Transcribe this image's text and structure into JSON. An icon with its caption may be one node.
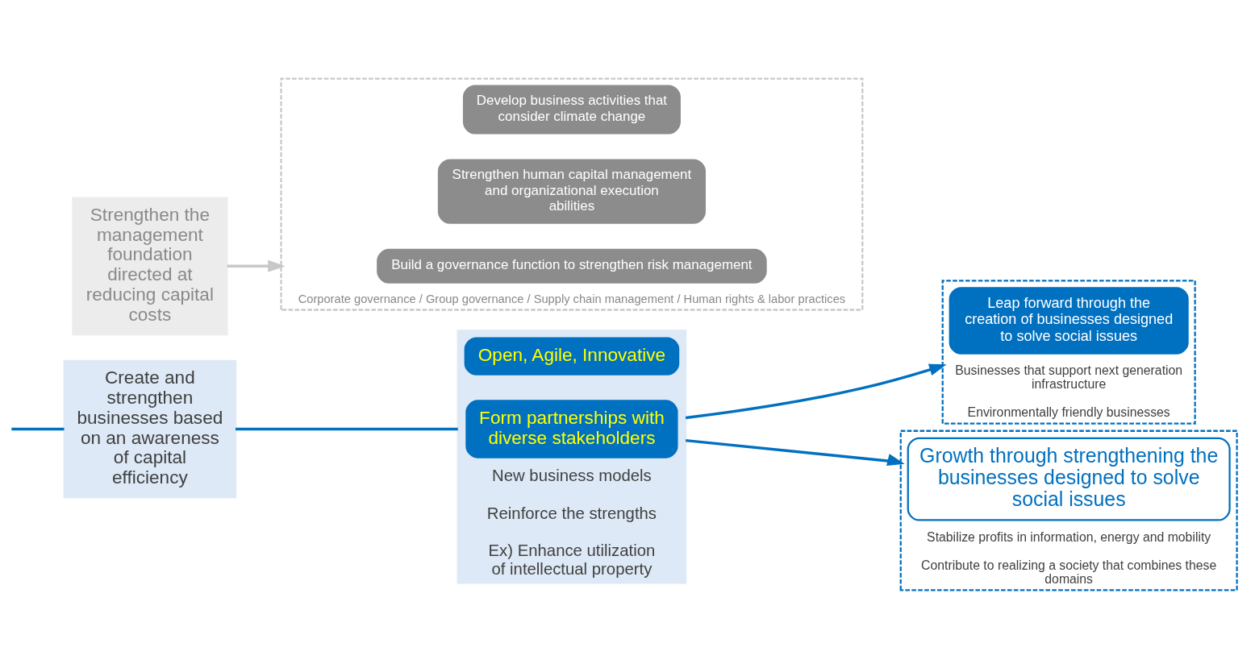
{
  "diagram": {
    "nodes": [
      {
        "text": [
          "Create and strengthen businesses based on an awareness of capital efficiency"
        ]
      },
      {
        "text": [
          "New business models",
          "Reinforce the strengths",
          "Ex) Enhance utilization of intellectual property"
        ]
      },
      {
        "text": [
          "Open, Agile, Innovative"
        ],
        "in": 1
      },
      {
        "text": [
          "Form partnerships with diverse stakeholders"
        ],
        "in": 1
      },
      {
        "text": [
          "Businesses that support next generation infrastructure",
          "Environmentally friendly businesses"
        ]
      },
      {
        "text": [
          "Leap forward through the creation of businesses designed to solve social issues"
        ],
        "in": 4
      },
      {
        "text": [
          "Stabilize profits in information, energy and mobility",
          "Contribute to realizing a society that combines these domains"
        ]
      },
      {
        "text": [
          "Growth through strengthening the businesses designed to solve social issues"
        ],
        "in": 6
      },
      {
        "text": [
          "Strengthen the management foundation directed at reducing capital costs"
        ]
      },
      {
        "text": [
          "Corporate governance / Group governance / Supply chain management / Human rights & labor practices"
        ]
      },
      {
        "text": [
          "Develop business activities that consider climate change"
        ],
        "in": 9
      },
      {
        "text": [
          "Strengthen human capital management and organizational execution abilities"
        ],
        "in": 9
      },
      {
        "text": [
          "Build a governance function to strengthen risk management"
        ],
        "in": 9
      }
    ],
    "edges": [
      {
        "from": null,
        "to": 0,
        "arrow": "none"
      },
      {
        "from": 0,
        "to": 1,
        "arrow": "none"
      },
      {
        "from": 1,
        "to": 4,
        "arrow": "to"
      },
      {
        "from": 1,
        "to": 6,
        "arrow": "to"
      },
      {
        "from": 8,
        "to": 9,
        "arrow": "to",
        "color": "#c8c8c8"
      }
    ]
  }
}
